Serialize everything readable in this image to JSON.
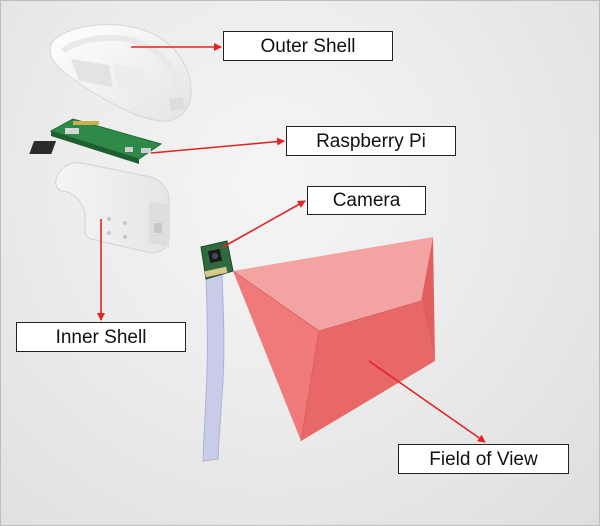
{
  "labels": {
    "outer_shell": "Outer Shell",
    "raspberry_pi": "Raspberry Pi",
    "camera": "Camera",
    "inner_shell": "Inner Shell",
    "field_of_view": "Field of View"
  },
  "colors": {
    "arrow": "#e32323",
    "fov_front": "#f07a7a",
    "fov_side": "#e86868",
    "fov_top": "#f4a3a3",
    "pcb_green": "#2f8a4a",
    "ribbon": "#c9cce8",
    "shell": "#f8f8f8"
  }
}
